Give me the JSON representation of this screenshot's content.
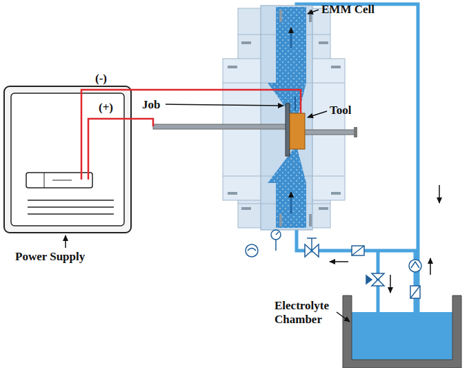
{
  "diagram": {
    "labels": [
      "EMM Cell",
      "(-)",
      "Job",
      "Tool",
      "(+)",
      "Power Supply",
      "Electrolyte Chamber"
    ]
  }
}
